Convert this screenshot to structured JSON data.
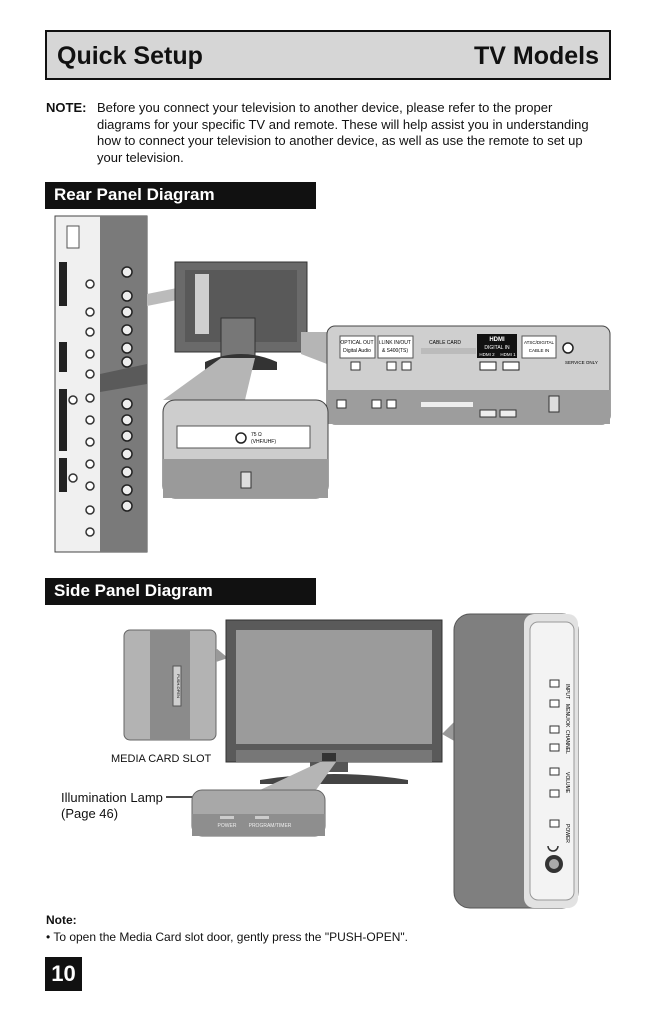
{
  "header": {
    "left_title": "Quick Setup",
    "right_title": "TV Models"
  },
  "note": {
    "label": "NOTE:",
    "lines": [
      "Before you connect your television to another device, please refer to the proper",
      "diagrams for your specific TV and remote. These will help assist you in understanding",
      "how to connect your television to another device, as well as use the remote to set up",
      "your television."
    ]
  },
  "rear": {
    "section_title": "Rear Panel Diagram",
    "port_labels": {
      "optical": [
        "OPTICAL OUT",
        "Digital Audio"
      ],
      "ilink": [
        "i.LINK IN/OUT",
        "& S400(TS)"
      ],
      "cable_card": "CABLE CARD",
      "hdmi_logo": "HDMI",
      "digital_in": "DIGITAL IN",
      "hdmi2": "HDMI 2",
      "hdmi1": "HDMI 1",
      "atsc": [
        "ATSC/DIGITAL",
        "CABLE IN"
      ],
      "service": "SERVICE ONLY",
      "vhf": [
        "75 Ω",
        "(VHF/UHF)"
      ]
    }
  },
  "side": {
    "section_title": "Side Panel Diagram",
    "media_caption": "MEDIA CARD SLOT",
    "lamp_label": [
      "Illumination Lamp",
      "(Page 46)"
    ],
    "indicator_labels": {
      "power": "POWER",
      "timer": "PROGRAM/TIMER"
    },
    "side_buttons": [
      "INPUT",
      "MENU/OK",
      "CHANNEL",
      "VOLUME",
      "POWER"
    ],
    "push_open": "PUSH-OPEN"
  },
  "footer_note": {
    "title": "Note:",
    "text": "• To open the Media Card slot door, gently press the \"PUSH-OPEN\"."
  },
  "page_number": "10"
}
